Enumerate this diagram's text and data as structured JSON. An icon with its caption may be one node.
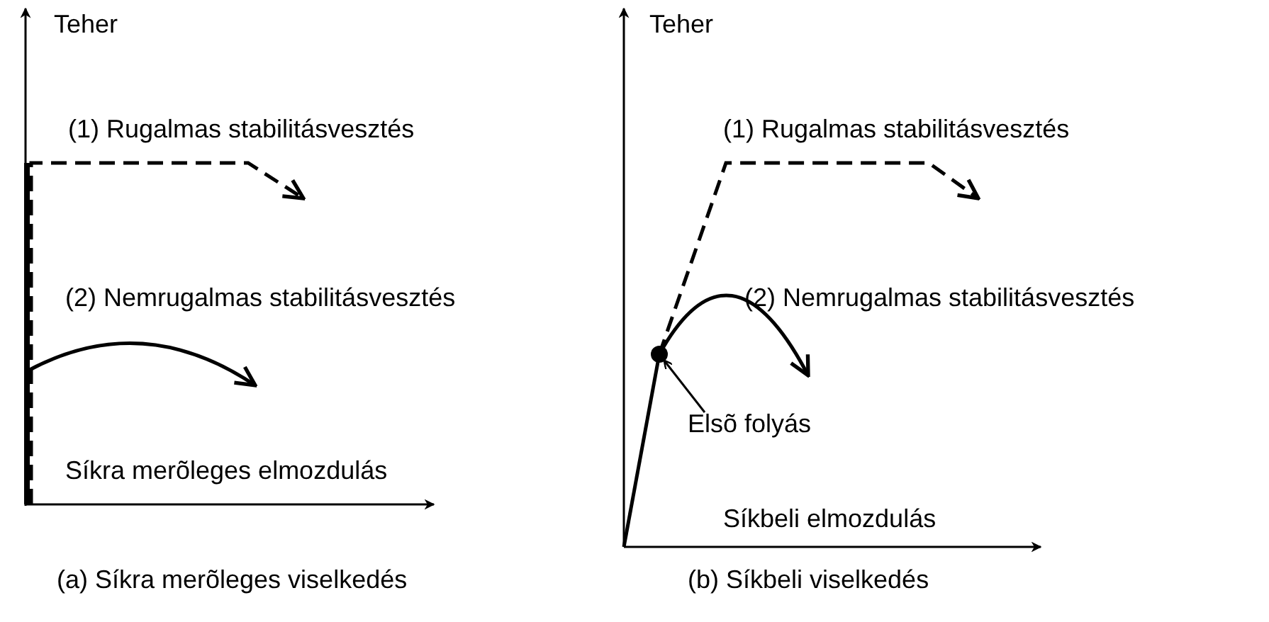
{
  "diagram": {
    "nodes": [
      {
        "text": [
          "Elsõ folyás"
        ]
      },
      {
        "text": [],
        "shape": "circle"
      }
    ],
    "edges": [
      {
        "from": 0,
        "to": 1,
        "arrow": "to"
      }
    ],
    "labels": [
      "Teher",
      "(1) Rugalmas stabilitásvesztés",
      "(2) Nemrugalmas stabilitásvesztés",
      "Síkra merõleges elmozdulás",
      "Teher",
      "(1) Rugalmas stabilitásvesztés",
      "(2) Nemrugalmas stabilitásvesztés",
      "Síkbeli elmozdulás",
      "(a) Síkra merõleges viselkedés",
      "(b) Síkbeli viselkedés"
    ]
  }
}
